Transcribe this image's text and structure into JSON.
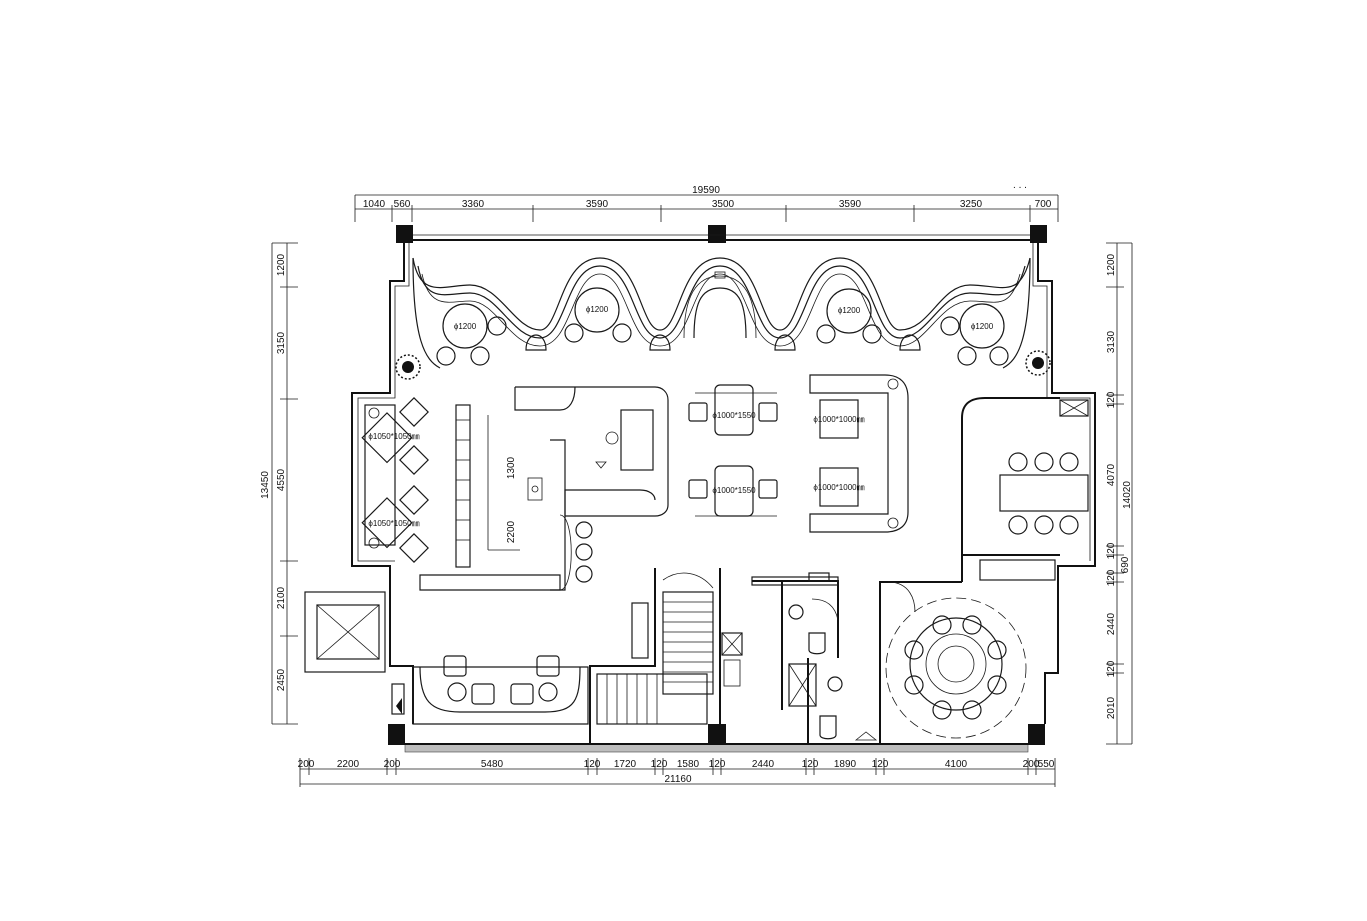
{
  "top_dimensions": {
    "total": "19590",
    "segments": [
      "1040",
      "560",
      "3360",
      "3590",
      "3500",
      "3590",
      "3250",
      "700"
    ]
  },
  "bottom_dimensions": {
    "total": "21160",
    "segments": [
      "200",
      "2200",
      "200",
      "5480",
      "120",
      "1720",
      "120",
      "1580",
      "120",
      "2440",
      "120",
      "1890",
      "120",
      "4100",
      "200",
      "550"
    ]
  },
  "left_dimensions": {
    "total": "13450",
    "segments": [
      "1200",
      "3150",
      "4550",
      "2100",
      "2450"
    ]
  },
  "right_dimensions": {
    "total": "14020",
    "segments": [
      "1200",
      "3130",
      "120",
      "4070",
      "120",
      "690",
      "120",
      "2440",
      "120",
      "2010"
    ]
  },
  "table_labels": {
    "round_table": "ϕ1200",
    "square_table": "ϕ1050*1050㎜",
    "rect_table": "ϕ1000*1550",
    "sofa_table": "ϕ1000*1000㎜"
  },
  "bar_labels": {
    "counter_depth": "1300",
    "counter_width": "2200"
  },
  "header_marks": ". . ."
}
